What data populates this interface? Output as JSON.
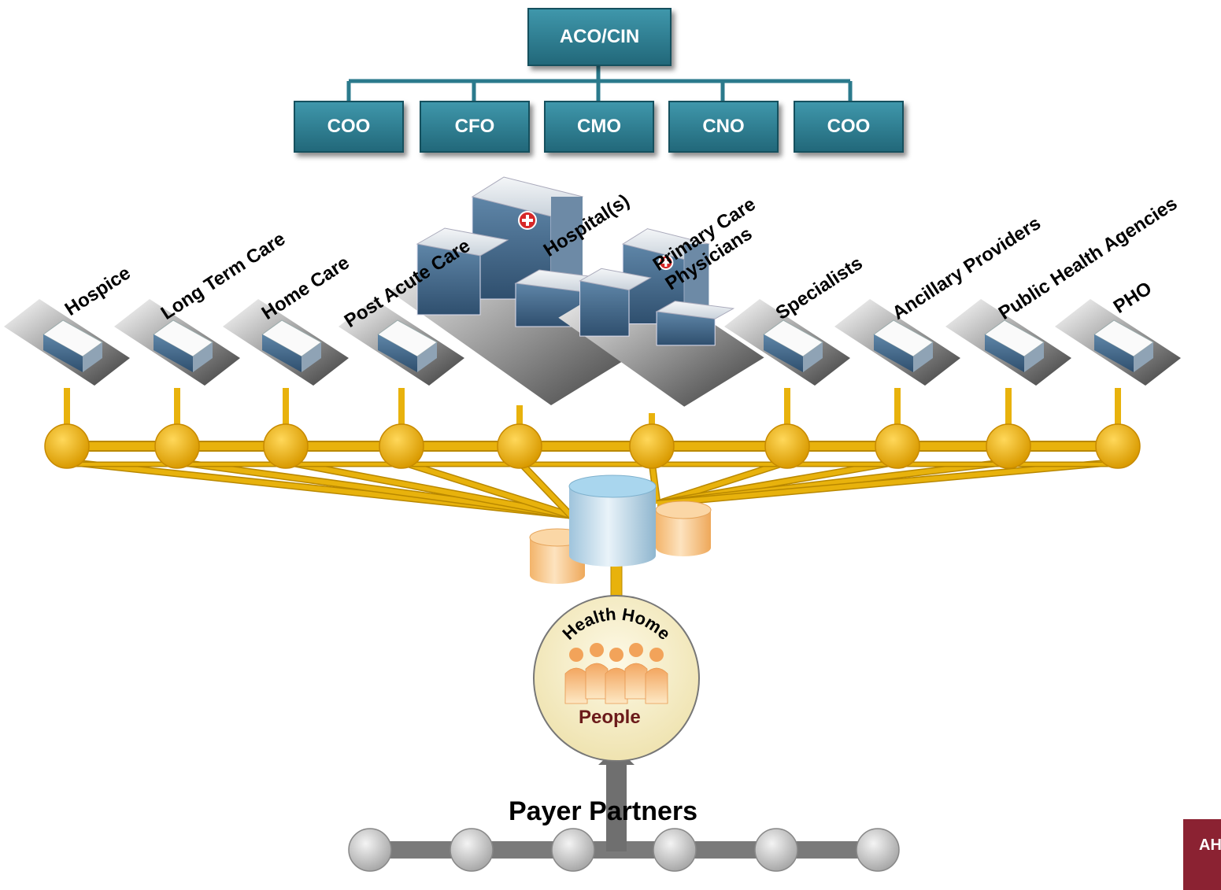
{
  "org_chart": {
    "root": "ACO/CIN",
    "children": [
      "COO",
      "CFO",
      "CMO",
      "CNO",
      "COO"
    ]
  },
  "network": {
    "sites": [
      {
        "label": "Hospice",
        "kind": "small-building"
      },
      {
        "label": "Long Term Care",
        "kind": "small-building"
      },
      {
        "label": "Home Care",
        "kind": "small-building"
      },
      {
        "label": "Post Acute Care",
        "kind": "small-building"
      },
      {
        "label": "Hospital(s)",
        "kind": "hospital-complex"
      },
      {
        "label": "Primary Care\nPhysicians",
        "kind": "hospital-complex"
      },
      {
        "label": "Specialists",
        "kind": "small-building"
      },
      {
        "label": "Ancillary Providers",
        "kind": "small-building"
      },
      {
        "label": "Public Health Agencies",
        "kind": "small-building"
      },
      {
        "label": "PHO",
        "kind": "small-building"
      }
    ],
    "hub": "database-icon"
  },
  "health_home": {
    "title": "Health Home",
    "people_label": "People",
    "icon": "people-group-icon"
  },
  "payer": {
    "label": "Payer Partners",
    "node_count": 6
  },
  "corner_badge": "AH",
  "colors": {
    "org_box": "#2b7a8c",
    "connector": "#e8b20c",
    "node": "#f0b400",
    "payer_node": "#c8c8c8",
    "health_home_fill": "#f6efc9",
    "people_text": "#6b1a1a",
    "badge": "#8b2232"
  }
}
